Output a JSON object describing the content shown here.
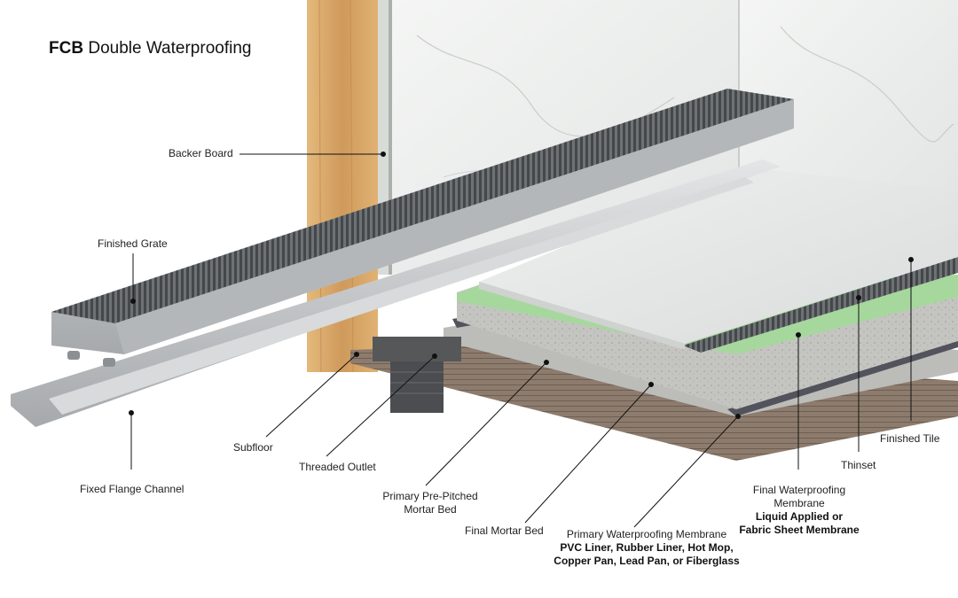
{
  "title": {
    "brand": "FCB",
    "text": "Double Waterproofing"
  },
  "colors": {
    "wood": "#d6a86b",
    "steel": "#b9bcbf",
    "marble": "#eef0ef",
    "green_membrane": "#a9d9a0",
    "mortar": "#c9c9c6",
    "dark_membrane": "#50515a",
    "subfloor": "#8b7b6c"
  },
  "labels": {
    "backer_board": "Backer Board",
    "finished_grate": "Finished Grate",
    "subfloor": "Subfloor",
    "threaded_outlet": "Threaded Outlet",
    "fixed_flange_channel": "Fixed Flange Channel",
    "primary_pre_pitched_line1": "Primary Pre-Pitched",
    "primary_pre_pitched_line2": "Mortar Bed",
    "final_mortar_bed": "Final Mortar Bed",
    "primary_membrane": "Primary Waterproofing Membrane",
    "primary_membrane_sub_line1": "PVC Liner, Rubber Liner, Hot Mop,",
    "primary_membrane_sub_line2": "Copper Pan, Lead Pan, or Fiberglass",
    "final_membrane_line1": "Final Waterproofing",
    "final_membrane_line2": "Membrane",
    "final_membrane_sub_line1": "Liquid Applied or",
    "final_membrane_sub_line2": "Fabric Sheet Membrane",
    "thinset": "Thinset",
    "finished_tile": "Finished Tile"
  }
}
